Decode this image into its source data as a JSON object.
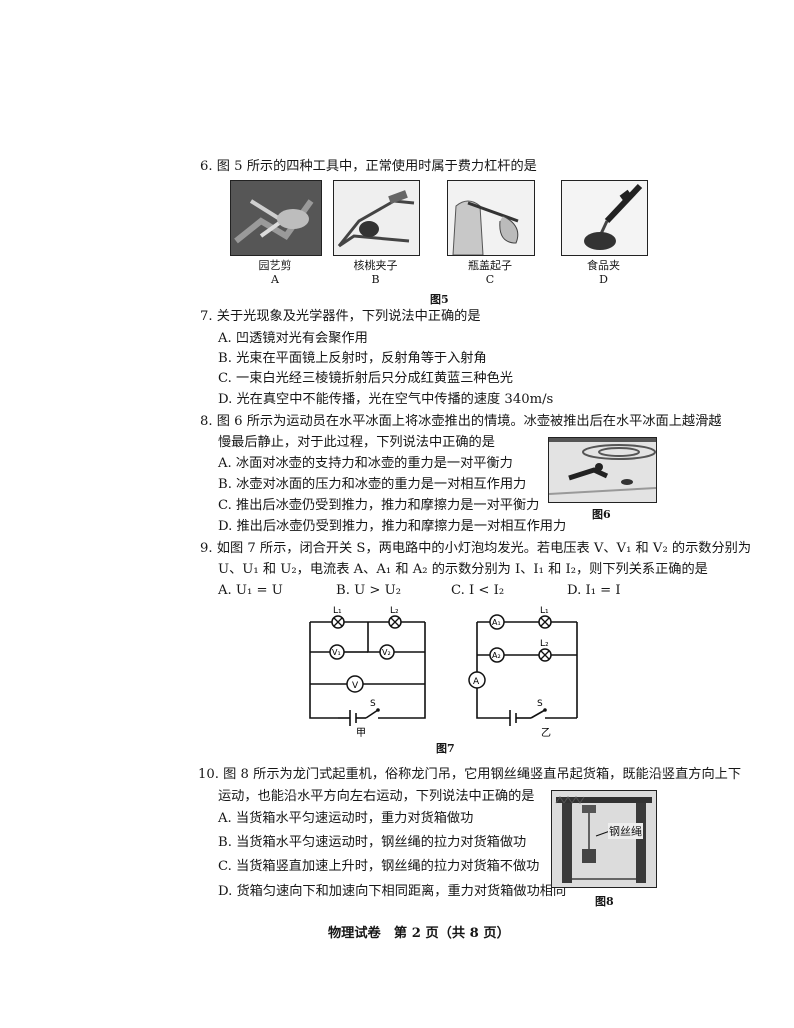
{
  "q6": {
    "stem": "6. 图 5 所示的四种工具中，正常使用时属于费力杠杆的是",
    "tools": [
      {
        "name": "园艺剪",
        "letter": "A"
      },
      {
        "name": "核桃夹子",
        "letter": "B"
      },
      {
        "name": "瓶盖起子",
        "letter": "C"
      },
      {
        "name": "食品夹",
        "letter": "D"
      }
    ],
    "fig": "图5"
  },
  "q7": {
    "stem": "7. 关于光现象及光学器件，下列说法中正确的是",
    "options": [
      "A. 凹透镜对光有会聚作用",
      "B. 光束在平面镜上反射时，反射角等于入射角",
      "C. 一束白光经三棱镜折射后只分成红黄蓝三种色光",
      "D. 光在真空中不能传播，光在空气中传播的速度 340m/s"
    ]
  },
  "q8": {
    "stem1": "8. 图 6 所示为运动员在水平冰面上将冰壶推出的情境。冰壶被推出后在水平冰面上越滑越",
    "stem2": "慢最后静止，对于此过程，下列说法中正确的是",
    "options": [
      "A. 冰面对冰壶的支持力和冰壶的重力是一对平衡力",
      "B. 冰壶对冰面的压力和冰壶的重力是一对相互作用力",
      "C. 推出后冰壶仍受到推力，推力和摩擦力是一对平衡力",
      "D. 推出后冰壶仍受到推力，推力和摩擦力是一对相互作用力"
    ],
    "fig": "图6"
  },
  "q9": {
    "stem1": "9. 如图 7 所示，闭合开关 S，两电路中的小灯泡均发光。若电压表 V、V₁ 和 V₂ 的示数分别为",
    "stem2": "U、U₁ 和 U₂，电流表 A、A₁ 和 A₂ 的示数分别为 I、I₁ 和 I₂，则下列关系正确的是",
    "options": [
      "A. U₁ = U",
      "B. U > U₂",
      "C. I < I₂",
      "D. I₁ = I"
    ],
    "circuit_jia": {
      "L1": "L₁",
      "L2": "L₂",
      "V1": "V₁",
      "V2": "V₂",
      "V": "V",
      "S": "S",
      "name": "甲"
    },
    "circuit_yi": {
      "A1": "A₁",
      "A2": "A₂",
      "A": "A",
      "L1": "L₁",
      "L2": "L₂",
      "S": "S",
      "name": "乙"
    },
    "fig": "图7"
  },
  "q10": {
    "stem1": "10. 图 8 所示为龙门式起重机，俗称龙门吊，它用钢丝绳竖直吊起货箱，既能沿竖直方向上下",
    "stem2": "运动，也能沿水平方向左右运动，下列说法中正确的是",
    "options": [
      "A. 当货箱水平匀速运动时，重力对货箱做功",
      "B. 当货箱水平匀速运动时，钢丝绳的拉力对货箱做功",
      "C. 当货箱竖直加速上升时，钢丝绳的拉力对货箱不做功",
      "D. 货箱匀速向下和加速向下相同距离，重力对货箱做功相同"
    ],
    "label": "钢丝绳",
    "fig": "图8"
  },
  "footer": "物理试卷　第 2 页（共 8 页）"
}
